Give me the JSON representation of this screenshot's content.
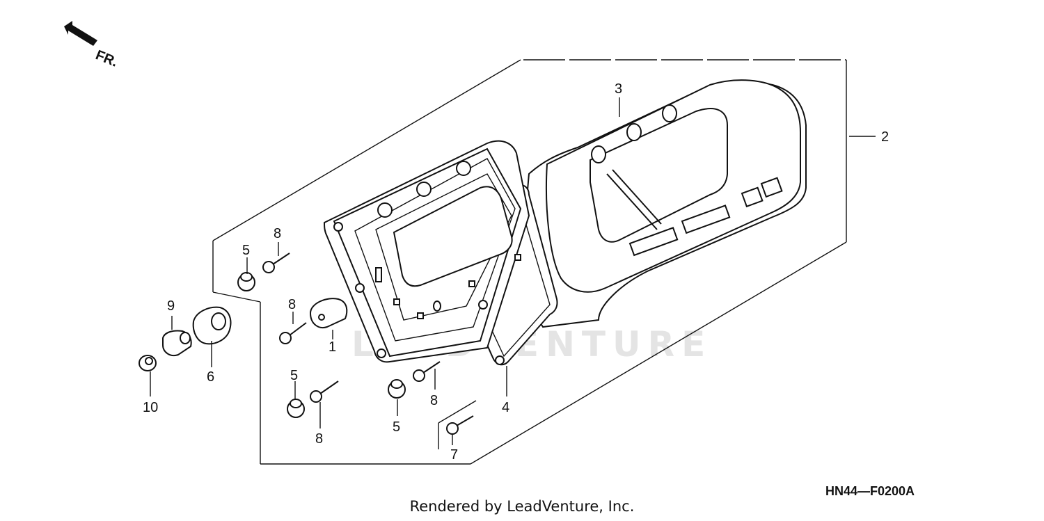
{
  "direction_label": "FR.",
  "watermark": "LEADVENTURE",
  "callouts": {
    "c1": "1",
    "c2": "2",
    "c3": "3",
    "c4": "4",
    "c5a": "5",
    "c5b": "5",
    "c5c": "5",
    "c6": "6",
    "c7": "7",
    "c8a": "8",
    "c8b": "8",
    "c8c": "8",
    "c8d": "8",
    "c9": "9",
    "c10": "10"
  },
  "diagram_code": "HN44—F0200A",
  "credit": "Rendered by LeadVenture, Inc."
}
